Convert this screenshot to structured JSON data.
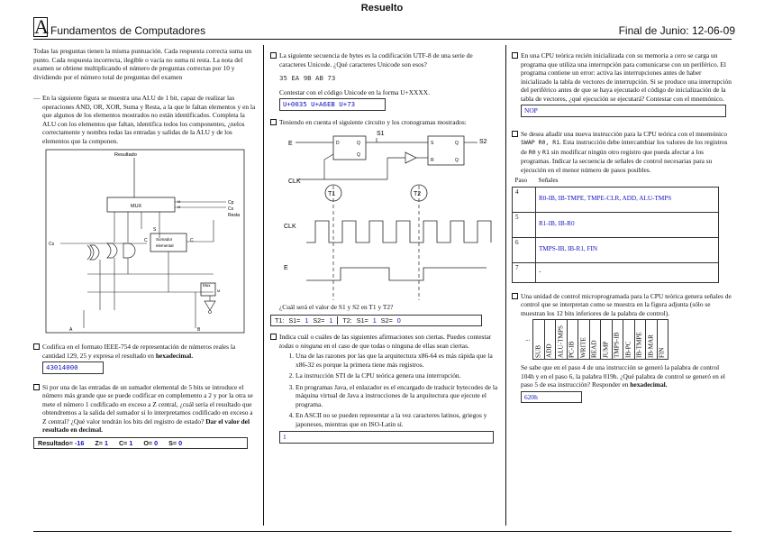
{
  "header": {
    "title": "Resuelto",
    "logo_letter": "A",
    "subject": "Fundamentos de Computadores",
    "date": "Final de Junio: 12-06-09"
  },
  "intro": "Todas las preguntas tienen la misma puntuación. Cada respuesta correcta suma un punto. Cada respuesta incorrecta, ilegible o vacía no suma ni resta. La nota del examen se obtiene multiplicando el número de preguntas correctas por 10 y dividiendo por el número total de preguntas del examen",
  "q_alu": {
    "text": "En la siguiente figura se muestra una ALU de 1 bit, capaz de realizar las operaciones AND, OR, XOR, Suma y Resta, a la que le faltan elementos y en la que algunos de los elementos mostrados no están identificados. Completa la ALU con los elementos que faltan, identifica todos los componentes, ¿nelos correctamente y nombra todas las entradas y salidas de la ALU y de los elementos que la componen.",
    "labels": {
      "resultado": "Resultado",
      "mux": "MUX",
      "cp": "Cp",
      "cs": "Cs",
      "resta": "Resta",
      "cs_left": "Cs",
      "s": "S",
      "c": "C",
      "c2": "C",
      "sumador": "Sumador",
      "elemental": "elemental",
      "mux_small": "Mux",
      "a": "A",
      "b": "B",
      "m0": "M",
      "m1": "M",
      "m2": "M"
    }
  },
  "q_ieee": {
    "text_a": "Codifica en el formato IEEE-754 de representación de números reales la cantidad 129, 25 y expresa el resultado en ",
    "text_b": "hexadecimal.",
    "answer": "43014000"
  },
  "q_sum": {
    "text_a": "Si por una de las entradas de un sumador elemental de 5 bits se introduce el número más grande que se puede codificar en complemento a 2 y por la otra se mete el número 1 codificado en exceso a Z central, ¿cuál sería el resultado que obtendremos a la salida del sumador si lo interpretamos codificado en exceso a Z central? ¿Qué valor tendrán los bits del registro de estado? ",
    "text_b": "Dar el valor del resultado en decimal.",
    "res_label": "Resultado=",
    "res_val": "-16",
    "z_label": "Z=",
    "z_val": "1",
    "c_label": "C=",
    "c_val": "1",
    "o_label": "O=",
    "o_val": "0",
    "s_label": "S=",
    "s_val": "0"
  },
  "q_utf8": {
    "text": "La siguiente secuencia de bytes es la codificación UTF-8 de una serie de caracteres Unicode. ¿Qué caracteres Unicode son esos?",
    "bytes": "35 EA 9B AB 73",
    "instr": "Contestar con el código Unicode en la forma U+XXXX.",
    "answer": "U+0035 U+A6EB U+73"
  },
  "q_circuit": {
    "text": "Teniendo en cuenta el siguiente circuito y los cronogramas mostrados:",
    "e": "E",
    "s1": "S1",
    "s2": "S2",
    "clk": "CLK",
    "clk2": "CLK",
    "e2": "E",
    "t1": "T1",
    "t2": "T2",
    "d": "D",
    "q": "Q",
    "nq": "Q",
    "s": "S",
    "r": "R",
    "q2": "Q",
    "nq2": "Q",
    "question": "¿Cuál será el valor de S1 y S2 en T1 y T2?",
    "t1_label": "T1:",
    "s1_label": "S1=",
    "t1_s1": "1",
    "s2_label": "S2=",
    "t1_s2": "1",
    "t2_label": "T2:",
    "s1_label2": "S1=",
    "t2_s1": "1",
    "s2_label2": "S2=",
    "t2_s2": "0"
  },
  "q_affirm": {
    "text_a": "Indica cuál o cuáles de las siguientes afirmaciones son ciertas. Puedes contestar ",
    "todas": "todas",
    "mid": " o ",
    "ninguna": "ninguna",
    "text_b": " en el caso de que todas o ninguna de ellas sean ciertas.",
    "items": [
      "Una de las razones por las que la arquitectura x86-64 es más rápida que la x86-32 es porque la primera tiene más registros.",
      "La instrucción STI de la CPU teórica genera una interrupción.",
      "En programas Java, el enlazador es el encargado de traducir bytecodes de la máquina virtual de Java a instrucciones de la arquitectura que ejecute el programa.",
      "En ASCII no se pueden representar a la vez caracteres latinos, griegos y japoneses, mientras que en ISO-Latin sí."
    ],
    "answer": "1"
  },
  "q_cpu_int": {
    "text": "En una CPU teórica recién inicializada con su memoria a cero se carga un programa que utiliza una interrupción para comunicarse con un periférico. El programa contiene un error: activa las interrupciones antes de haber inicializado la tabla de vectores de interrupción. Si se produce una interrupción del periférico antes de que se haya ejecutado el código de inicialización de la tabla de vectores, ¿qué ejecución se ejecutará? Contestar con el mnemónico.",
    "answer": "NOP"
  },
  "q_swap": {
    "text_a": "Se desea añadir una nueva instrucción para la CPU teórica con el mnemónico ",
    "mnemonic": "SWAP R0, R1",
    "text_b": ". Esta instrucción debe intercambiar los valores de los registros de ",
    "r0": "R0",
    "y": " y ",
    "r1": "R1",
    "text_c": " sin modificar ningún otro registro que pueda afectar a los programas. Indicar la secuencia de señales de control necesarias para su ejecución en el menor número de pasos posibles.",
    "col_paso": "Paso",
    "col_senales": "Señales",
    "rows": [
      {
        "paso": "4",
        "signals": "R0-IB, IB-TMPE, TMPE-CLR, ADD, ALU-TMPS"
      },
      {
        "paso": "5",
        "signals": "R1-IB, IB-R0"
      },
      {
        "paso": "6",
        "signals": "TMPS-IB, IB-R1, FIN"
      },
      {
        "paso": "7",
        "signals": "-"
      }
    ]
  },
  "q_micro": {
    "text": "Una unidad de control microprogramada para la CPU teórica genera señales de control que se interpretan como se muestra en la figura adjunta (sólo se muestran los 12 bits inferiores de la palabra de control).",
    "bits": [
      "SUB",
      "ADD",
      "ALU-TMPS",
      "PC-IB",
      "WRITE",
      "READ",
      "JUMP",
      "TMPS-IB",
      "IB-PC",
      "IB-TMPE",
      "IB-MAR",
      "FIN"
    ],
    "dots": "...",
    "text2_a": "Se sabe que en el paso 4 de una instrucción se generó la palabra de control 104h y en el paso 6, la palabra 019h. ¿Qué palabra de control se generó en el paso 5 de esa instrucción? Responder en ",
    "text2_b": "hexadecimal.",
    "answer": "620h"
  }
}
